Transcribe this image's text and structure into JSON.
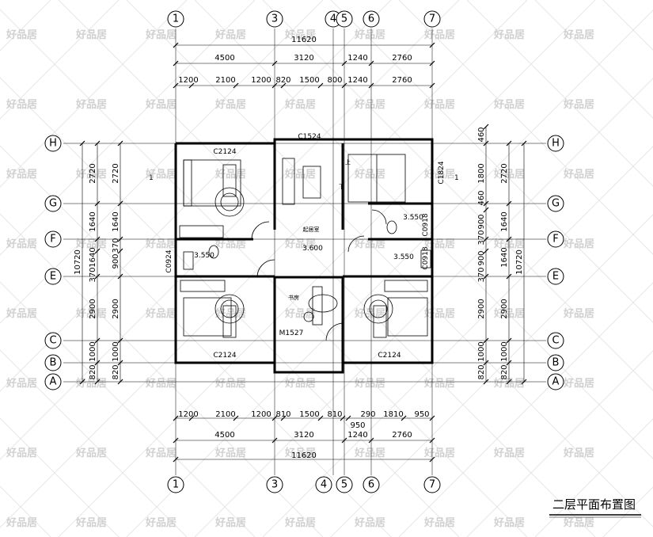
{
  "title": "二层平面布置图",
  "watermark": "好品居",
  "axes_vertical": [
    "1",
    "3",
    "4",
    "5",
    "6",
    "7"
  ],
  "axes_horizontal": [
    "H",
    "G",
    "F",
    "E",
    "C",
    "B",
    "A"
  ],
  "top_total": "11620",
  "top_mid": [
    "4500",
    "3120",
    "1240",
    "2760"
  ],
  "top_inner": [
    "1200",
    "2100",
    "1200",
    "820",
    "1500",
    "800",
    "1240",
    "2760"
  ],
  "bottom_inner": [
    "1200",
    "2100",
    "1200",
    "810",
    "1500",
    "810",
    "290",
    "1810",
    "950"
  ],
  "bottom_extra": "950",
  "bottom_mid": [
    "4500",
    "3120",
    "1240",
    "2760"
  ],
  "bottom_total": "11620",
  "left_dims": [
    "2720",
    "1640",
    "370",
    "900",
    "2900",
    "1000",
    "820"
  ],
  "left_total": "10720",
  "right_dims": [
    "460",
    "1800",
    "460",
    "900",
    "370",
    "2900",
    "1000",
    "820"
  ],
  "right_mid": [
    "2720",
    "1640"
  ],
  "right_total": "10720",
  "windows": {
    "top_left": "C2124",
    "top_center": "C1524",
    "bottom_left": "C2124",
    "bottom_right": "C2124",
    "right_upper": "C1824"
  },
  "small_windows": [
    "C0924",
    "C0918",
    "C0918"
  ],
  "door": "M1527",
  "elevations": [
    "3.550",
    "3.600",
    "3.550",
    "3.550"
  ],
  "rooms": {
    "living": "起居室",
    "study": "书房"
  },
  "stair": {
    "up": "上",
    "down": "下"
  },
  "section_marks": [
    "1",
    "1"
  ]
}
